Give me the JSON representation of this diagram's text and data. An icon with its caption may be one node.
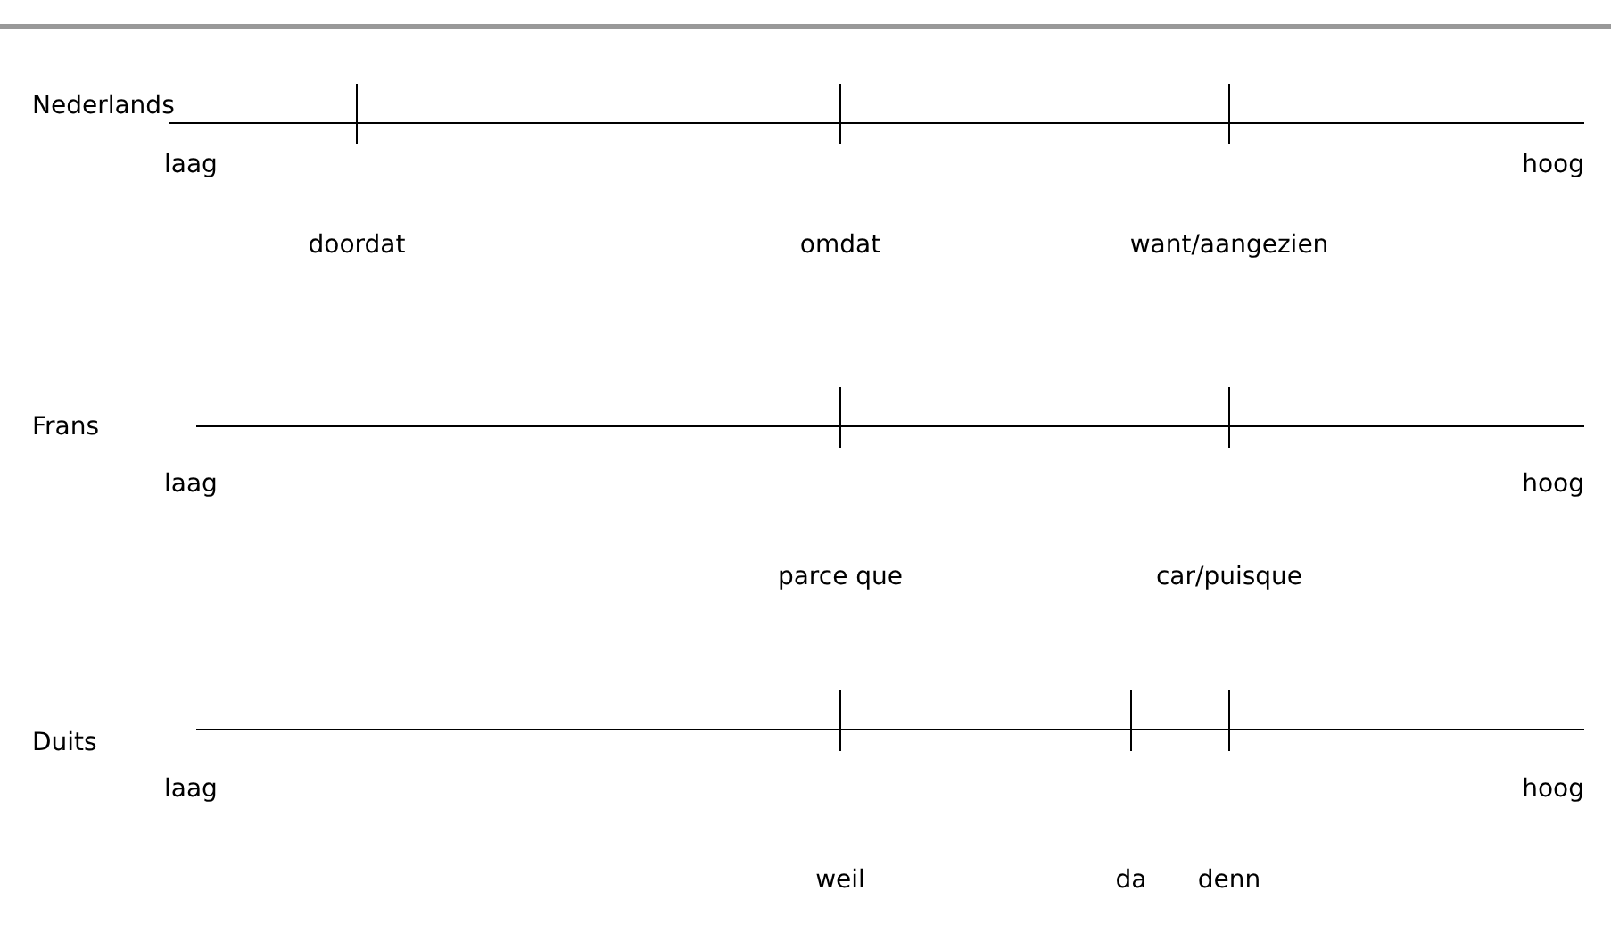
{
  "diagram": {
    "labels": [
      "Nederlands",
      "laag",
      "hoog",
      "doordat",
      "omdat",
      "want/aangezien",
      "Frans",
      "laag",
      "hoog",
      "parce que",
      "car/puisque",
      "Duits",
      "laag",
      "hoog",
      "weil",
      "da",
      "denn"
    ]
  }
}
